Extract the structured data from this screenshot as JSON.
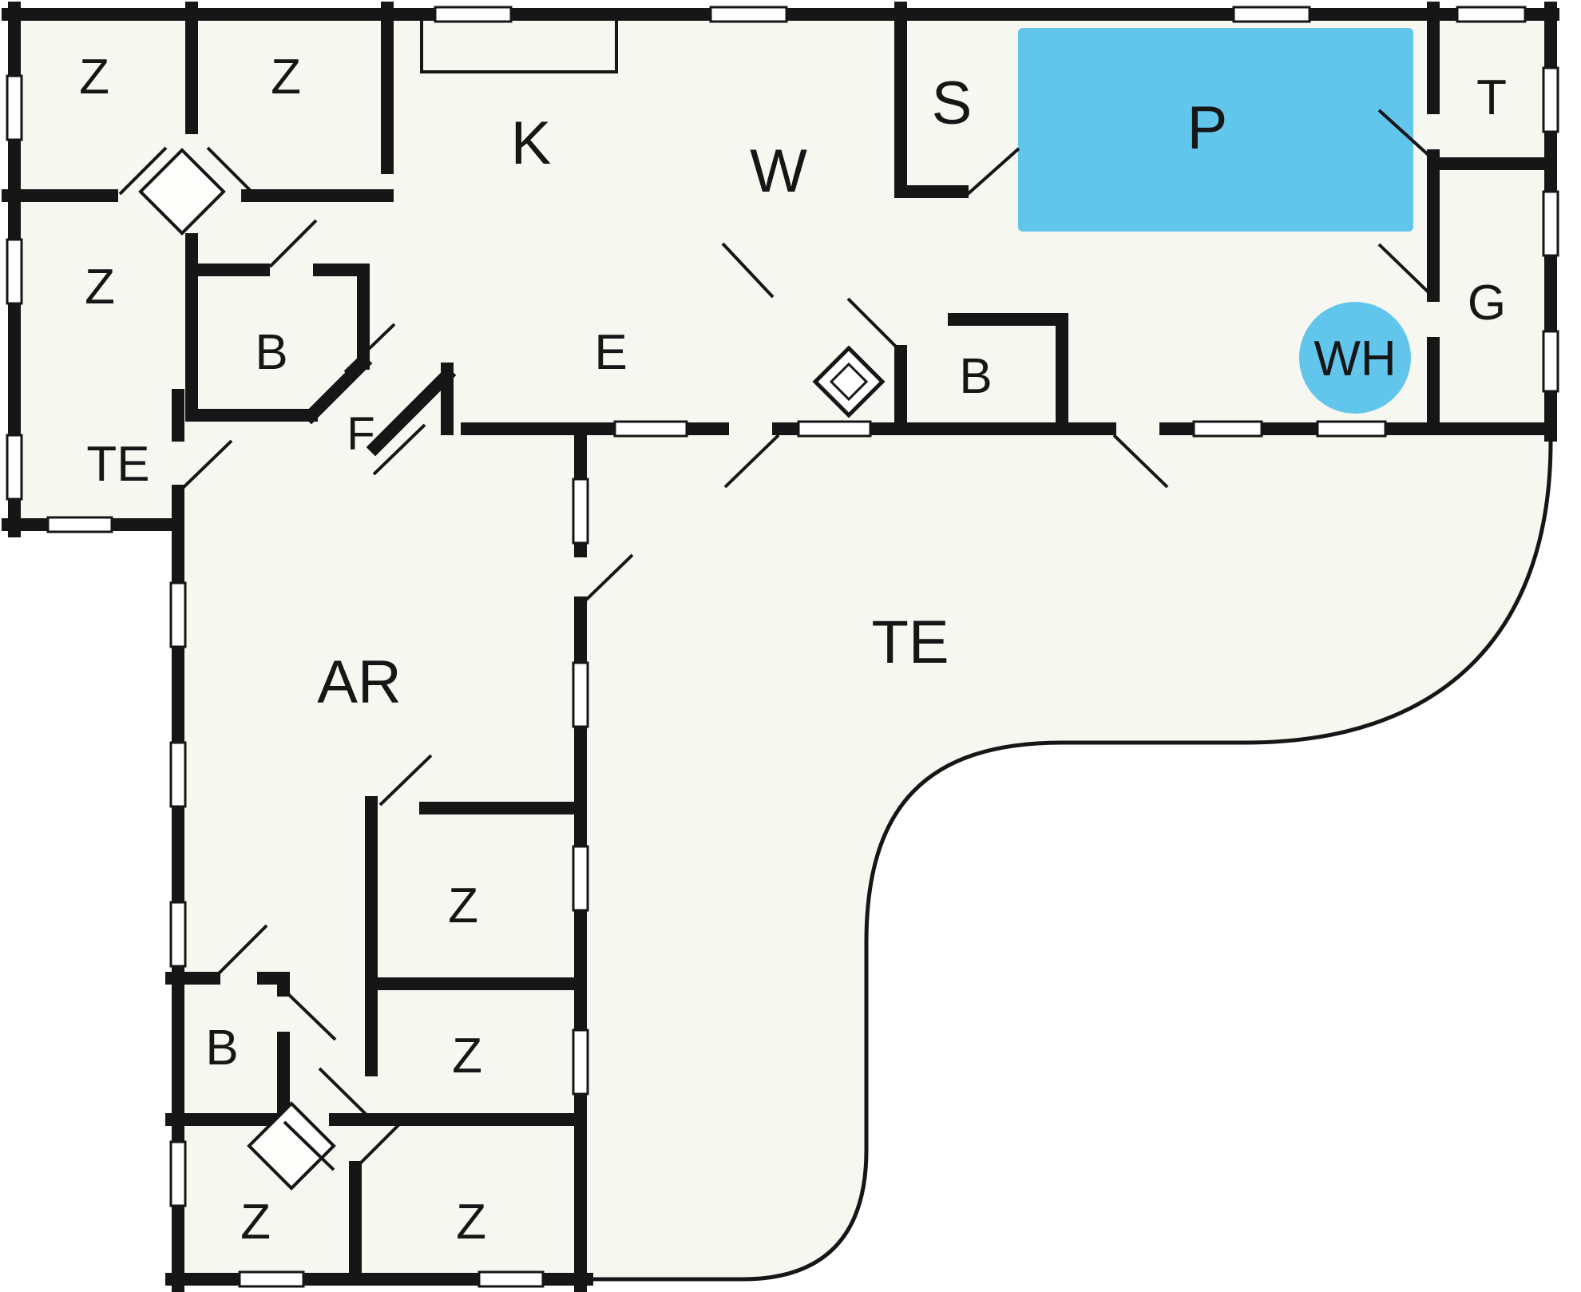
{
  "labels": {
    "z1": "Z",
    "z2": "Z",
    "z3": "Z",
    "b1": "B",
    "te_left": "TE",
    "f": "F",
    "k": "K",
    "e": "E",
    "w": "W",
    "s": "S",
    "p": "P",
    "t": "T",
    "g": "G",
    "wh": "WH",
    "b2": "B",
    "ar": "AR",
    "te_main": "TE",
    "z4": "Z",
    "z5": "Z",
    "b3": "B",
    "z6": "Z",
    "z7": "Z"
  },
  "colors": {
    "pool": "#62c5ec",
    "whirlpool": "#62c5ec",
    "wall": "#161616",
    "floor": "#f7f7f2"
  }
}
